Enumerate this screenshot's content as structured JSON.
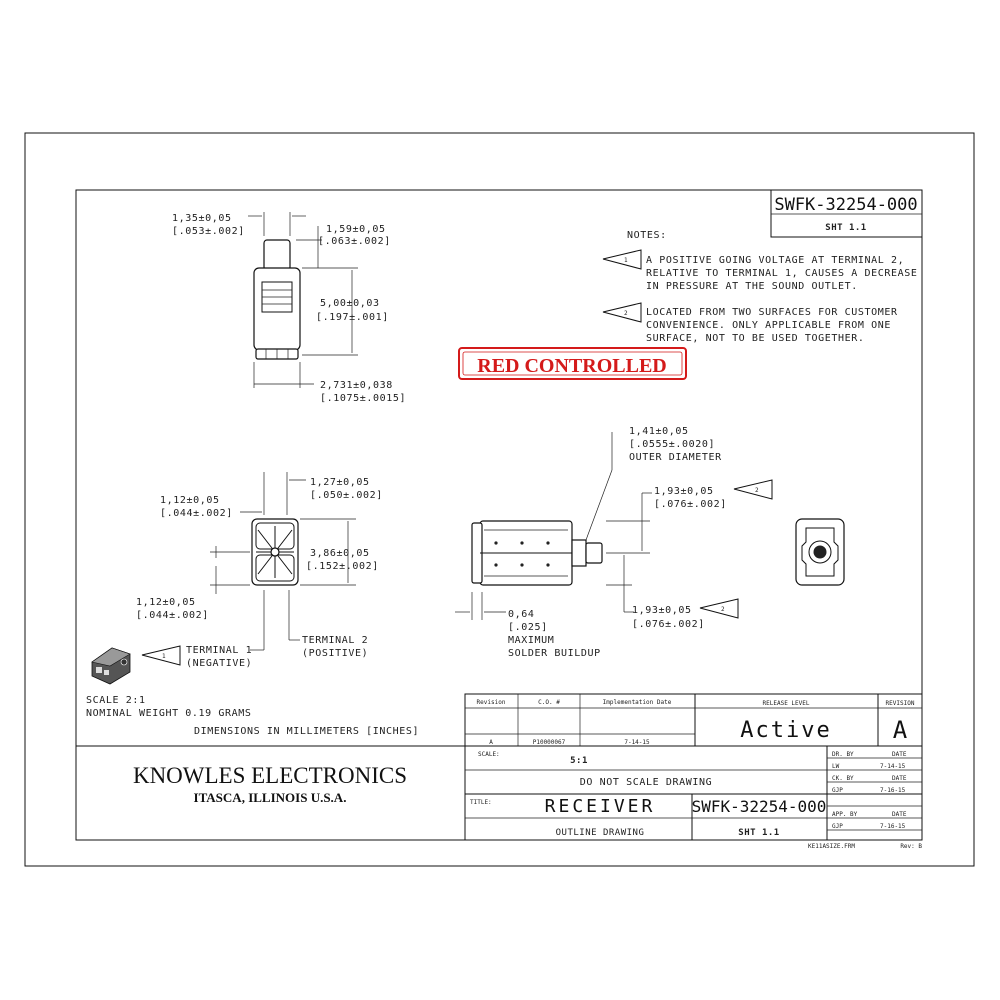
{
  "doc_number": "SWFK-32254-000",
  "sheet": "SHT 1.1",
  "notes": {
    "heading": "NOTES:",
    "items": [
      {
        "flag": "1",
        "lines": [
          "A POSITIVE GOING VOLTAGE AT TERMINAL 2,",
          "RELATIVE TO TERMINAL 1, CAUSES A DECREASE",
          "IN PRESSURE AT THE SOUND OUTLET."
        ]
      },
      {
        "flag": "2",
        "lines": [
          "LOCATED FROM TWO SURFACES FOR CUSTOMER",
          "CONVENIENCE. ONLY APPLICABLE FROM ONE",
          "SURFACE, NOT TO BE USED TOGETHER."
        ]
      }
    ]
  },
  "stamp": "RED CONTROLLED",
  "dimensions": {
    "top_width": [
      "1,35±0,05",
      "[.053±.002]"
    ],
    "top_nub": [
      "1,59±0,05",
      "[.063±.002]"
    ],
    "body_length": [
      "5,00±0,03",
      "[.197±.001]"
    ],
    "body_width": [
      "2,731±0,038",
      "[.1075±.0015]"
    ],
    "end_top_pad": [
      "1,12±0,05",
      "[.044±.002]"
    ],
    "end_pitch": [
      "1,27±0,05",
      "[.050±.002]"
    ],
    "end_height": [
      "3,86±0,05",
      "[.152±.002]"
    ],
    "end_bottom_pad": [
      "1,12±0,05",
      "[.044±.002]"
    ],
    "outlet_diameter": [
      "1,41±0,05",
      "[.0555±.0020]",
      "OUTER DIAMETER"
    ],
    "side_upper": [
      "1,93±0,05",
      "[.076±.002]"
    ],
    "side_lower": [
      "1,93±0,05",
      "[.076±.002]"
    ],
    "solder": [
      "0,64",
      "[.025]",
      "MAXIMUM",
      "SOLDER BUILDUP"
    ]
  },
  "terminals": {
    "t1": [
      "TERMINAL 1",
      "(NEGATIVE)"
    ],
    "t2": [
      "TERMINAL 2",
      "(POSITIVE)"
    ]
  },
  "scale_lines": [
    "SCALE  2:1",
    "NOMINAL WEIGHT 0.19 GRAMS"
  ],
  "units_note": "DIMENSIONS IN MILLIMETERS [INCHES]",
  "revision_table": {
    "headers": [
      "Revision",
      "C.O. #",
      "Implementation Date"
    ],
    "row": [
      "A",
      "P10000067",
      "7-14-15"
    ]
  },
  "release": {
    "label": "RELEASE LEVEL",
    "value": "Active"
  },
  "revision": {
    "label": "REVISION",
    "value": "A"
  },
  "company": {
    "name": "KNOWLES ELECTRONICS",
    "location": "ITASCA, ILLINOIS U.S.A."
  },
  "title_block": {
    "scale_label": "SCALE:",
    "scale_value": "5:1",
    "do_not_scale": "DO NOT SCALE DRAWING",
    "title_label": "TITLE:",
    "title": "RECEIVER",
    "subtitle": "OUTLINE DRAWING",
    "doc_number": "SWFK-32254-000",
    "sheet": "SHT 1.1"
  },
  "signoffs": [
    {
      "role": "DR. BY",
      "name": "LW",
      "date_label": "DATE",
      "date": "7-14-15"
    },
    {
      "role": "CK. BY",
      "name": "GJP",
      "date_label": "DATE",
      "date": "7-16-15"
    },
    {
      "role": "APP. BY",
      "name": "GJP",
      "date_label": "DATE",
      "date": "7-16-15"
    }
  ],
  "footer": {
    "template": "KE11ASIZE.FRM",
    "rev": "Rev: B"
  }
}
